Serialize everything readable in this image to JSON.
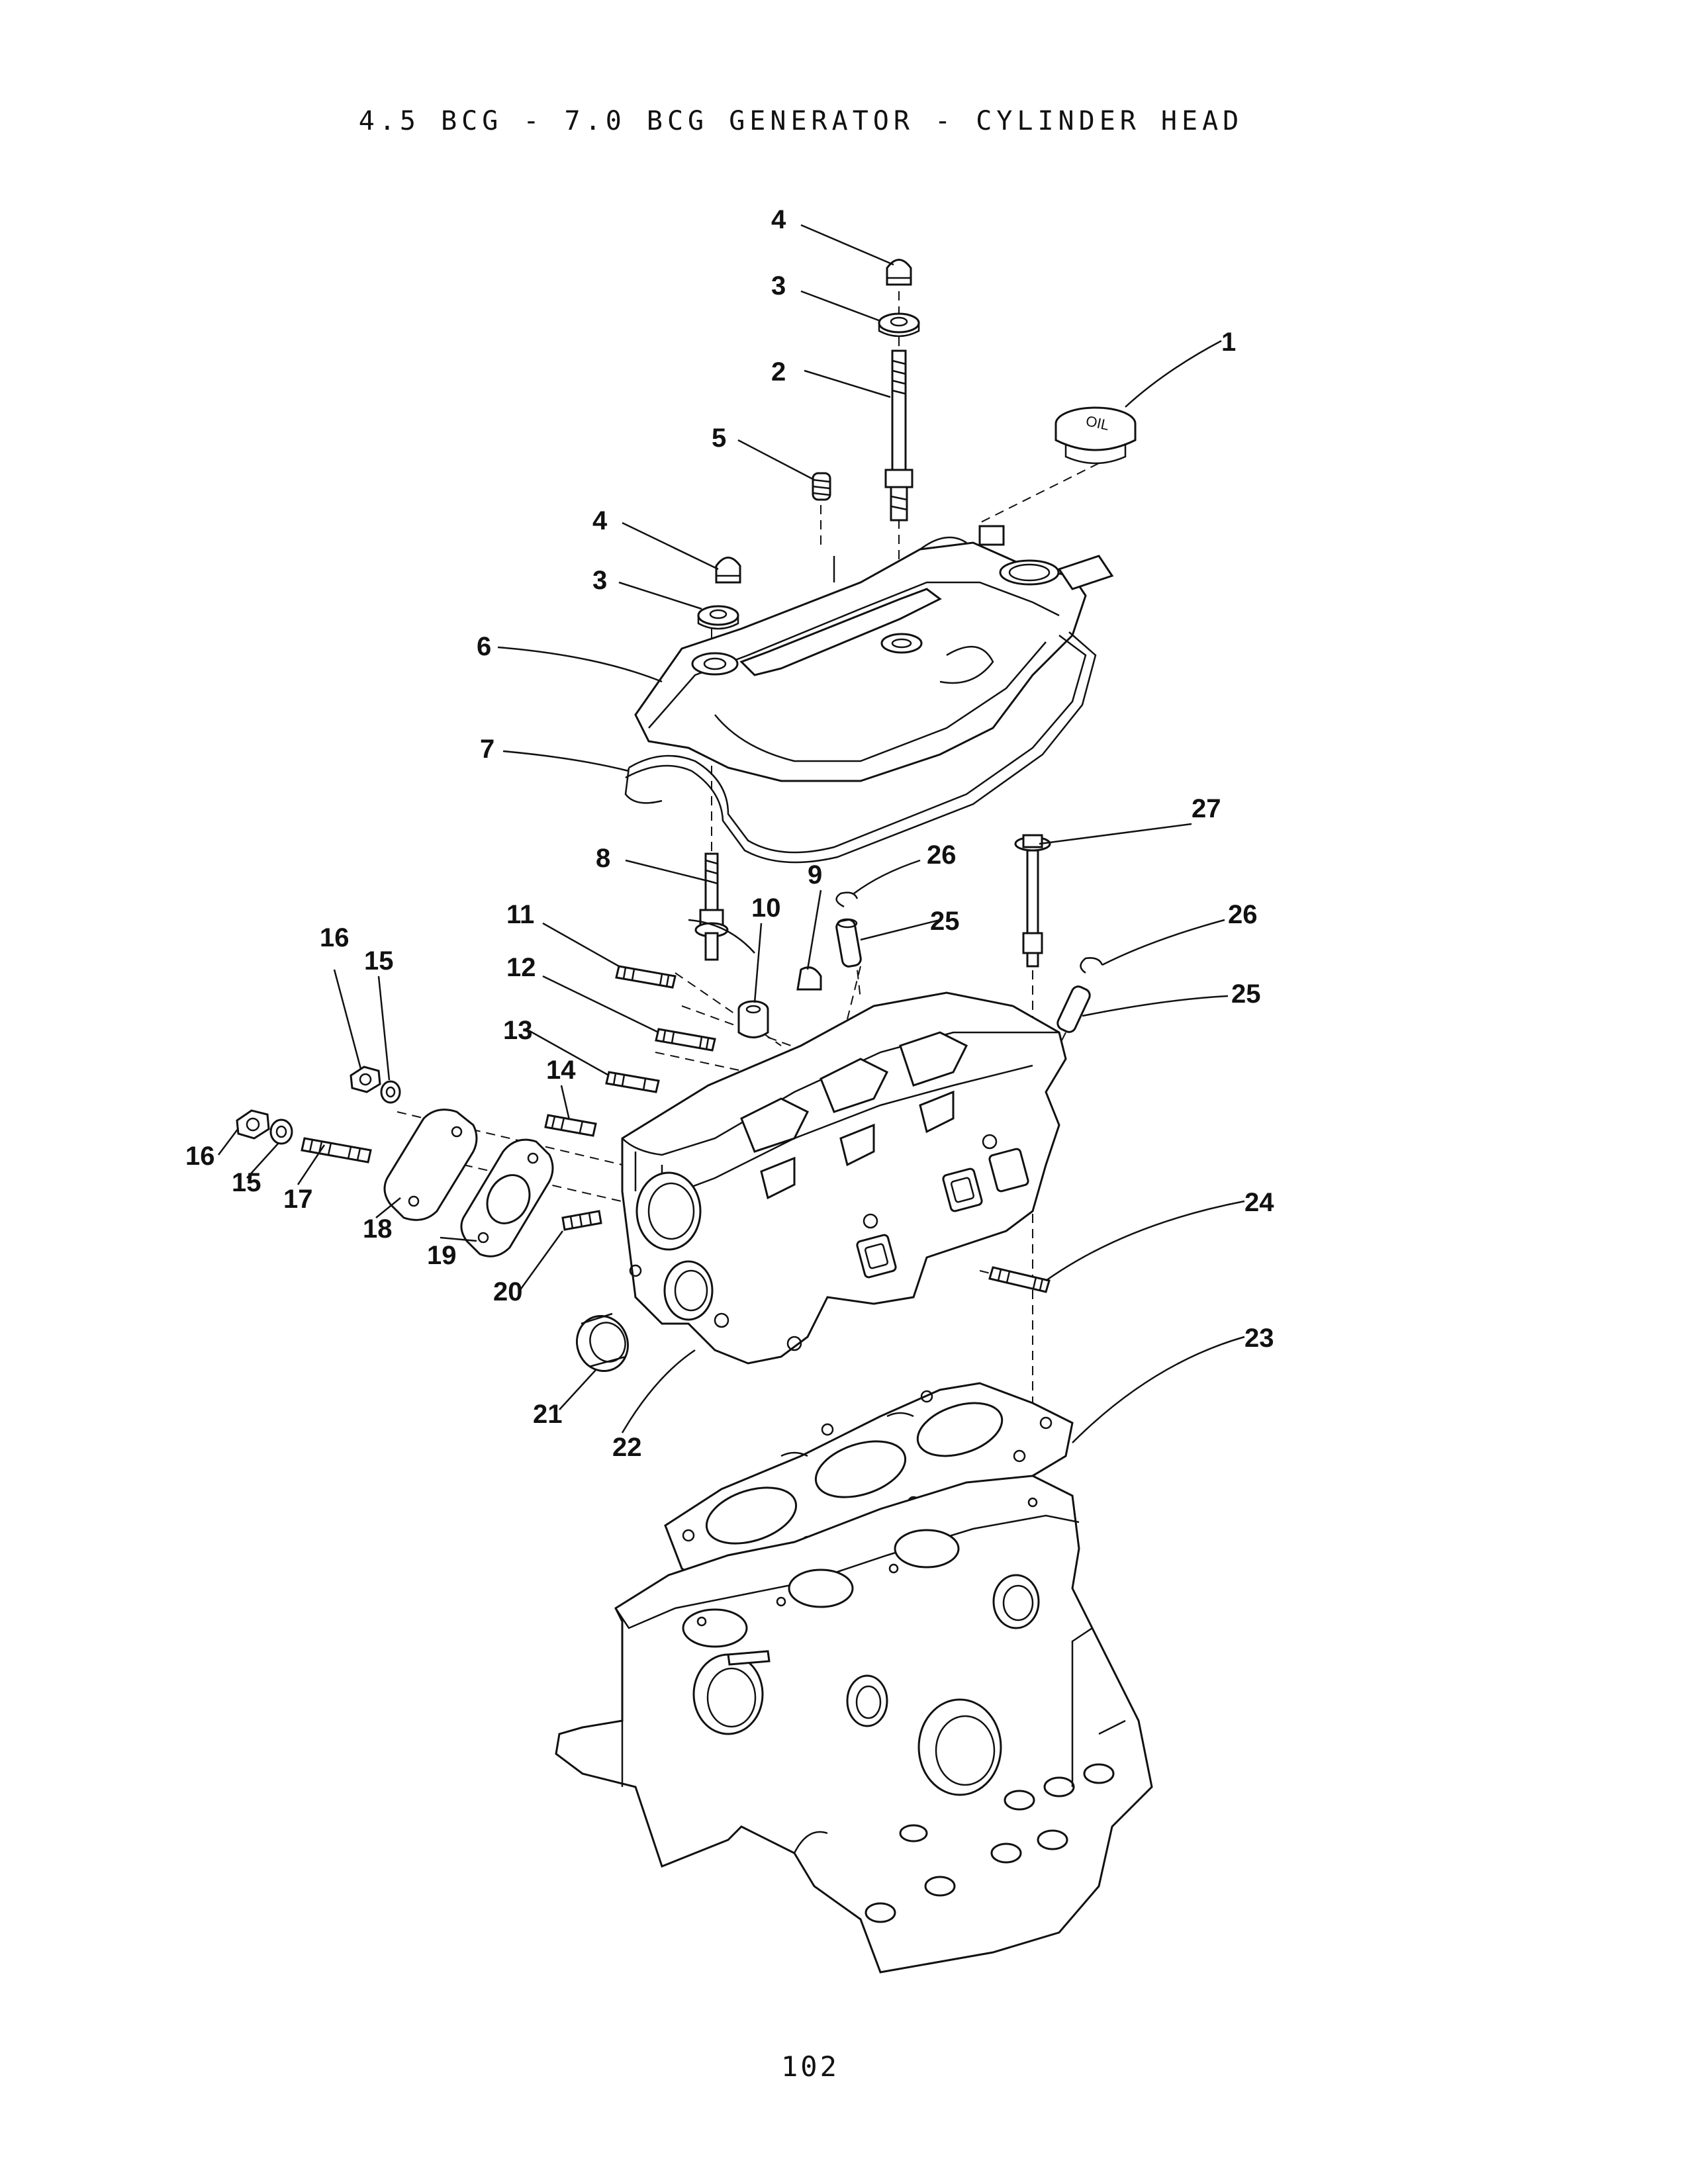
{
  "title": "4.5 BCG - 7.0 BCG GENERATOR - CYLINDER HEAD",
  "page_number": "102",
  "oil_cap_text": "OIL",
  "callouts": [
    "1",
    "2",
    "3",
    "3",
    "4",
    "4",
    "5",
    "6",
    "7",
    "8",
    "9",
    "10",
    "11",
    "12",
    "13",
    "14",
    "15",
    "15",
    "16",
    "16",
    "17",
    "18",
    "19",
    "20",
    "21",
    "22",
    "23",
    "24",
    "25",
    "25",
    "26",
    "26",
    "27"
  ]
}
